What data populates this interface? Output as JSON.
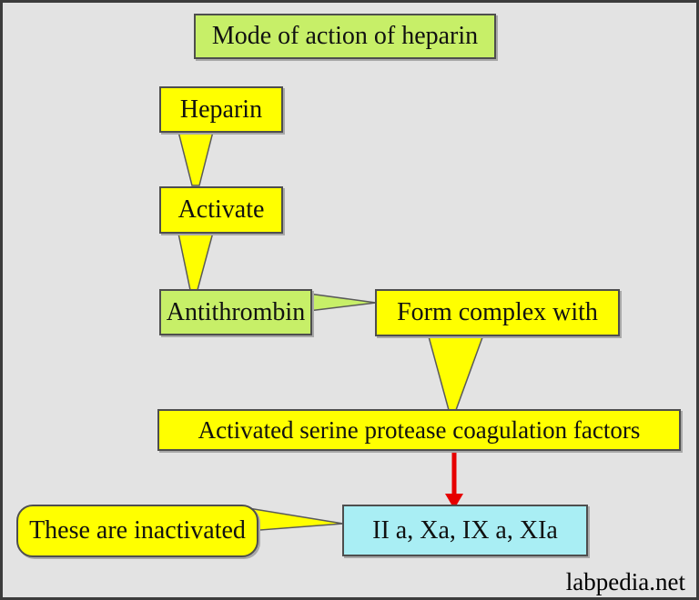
{
  "diagram": {
    "title": "Mode of action of heparin",
    "watermark": "labpedia.net",
    "nodes": {
      "title": {
        "label": "Mode of action of heparin",
        "shape": "rectangle",
        "fill": "#c7ef68"
      },
      "heparin": {
        "label": "Heparin",
        "shape": "callout-down",
        "fill": "#ffff00"
      },
      "activate": {
        "label": "Activate",
        "shape": "callout-down",
        "fill": "#ffff00"
      },
      "antithrombin": {
        "label": "Antithrombin",
        "shape": "callout-right",
        "fill": "#c7ef68"
      },
      "form_complex": {
        "label": "Form complex with",
        "shape": "callout-down",
        "fill": "#ffff00"
      },
      "factors": {
        "label": "Activated serine protease coagulation factors",
        "shape": "rectangle",
        "fill": "#ffff00"
      },
      "inactivated": {
        "label": "These are inactivated",
        "shape": "rounded-callout-right",
        "fill": "#ffff00"
      },
      "targets": {
        "label": "II a, Xa, IX a, XIa",
        "shape": "rectangle",
        "fill": "#a9eef4"
      }
    },
    "connectors": [
      {
        "from": "heparin",
        "to": "activate",
        "style": "yellow-pointer-down"
      },
      {
        "from": "activate",
        "to": "antithrombin",
        "style": "yellow-pointer-down"
      },
      {
        "from": "antithrombin",
        "to": "form_complex",
        "style": "green-pointer-right"
      },
      {
        "from": "form_complex",
        "to": "factors",
        "style": "yellow-pointer-down"
      },
      {
        "from": "factors",
        "to": "targets",
        "style": "red-arrow-down"
      },
      {
        "from": "inactivated",
        "to": "targets",
        "style": "yellow-pointer-right"
      }
    ],
    "colors": {
      "background": "#e3e3e3",
      "frame": "#3c3c3c",
      "yellow": "#ffff00",
      "green": "#c7ef68",
      "cyan": "#a9eef4",
      "arrow_red": "#e60000",
      "box_border": "#4e4e4e",
      "text": "#111111"
    }
  }
}
